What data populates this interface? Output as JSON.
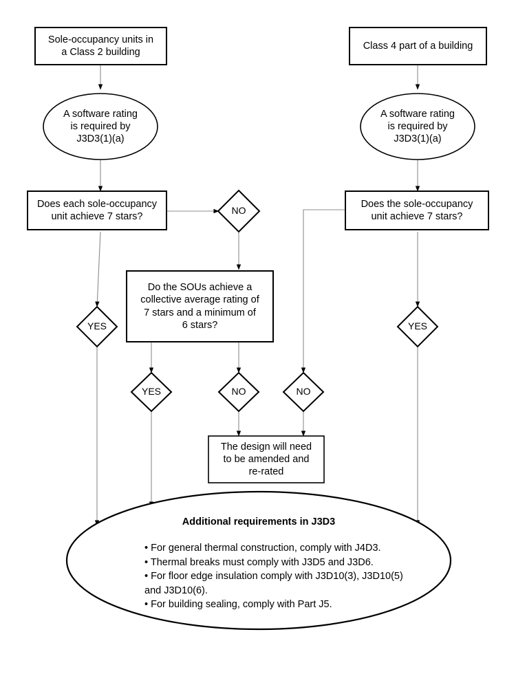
{
  "diagram": {
    "title": "NCC J3D3 software rating compliance flowchart",
    "stroke_color": "#000000",
    "connector_color": "#808080",
    "fill_color": "#ffffff"
  },
  "nodes": {
    "start_left": {
      "label": "Sole-occupancy units in\na Class 2 building",
      "shape": "rectangle"
    },
    "start_right": {
      "label": "Class 4 part of a building",
      "shape": "rectangle"
    },
    "rating_left": {
      "label": "A software rating\nis required by\nJ3D3(1)(a)",
      "shape": "ellipse"
    },
    "rating_right": {
      "label": "A software rating\nis required by\nJ3D3(1)(a)",
      "shape": "ellipse"
    },
    "decision_left": {
      "label": "Does each sole-occupancy\nunit achieve 7 stars?",
      "shape": "rectangle"
    },
    "decision_right": {
      "label": "Does the sole-occupancy\nunit achieve 7 stars?",
      "shape": "rectangle"
    },
    "sou_average": {
      "label": "Do the SOUs achieve a\ncollective average rating of\n7 stars and a minimum of\n6 stars?",
      "shape": "rectangle"
    },
    "redesign": {
      "label": "The design will need\nto be amended and\nre-rated",
      "shape": "rectangle"
    },
    "additional": {
      "shape": "ellipse",
      "title": "Additional requirements in J3D3",
      "bullets": [
        "• For general thermal construction, comply with J4D3.",
        "• Thermal breaks must comply with J3D5 and J3D6.",
        "• For floor edge insulation comply with J3D10(3), J3D10(5)",
        "and J3D10(6).",
        "• For building sealing, comply with Part J5."
      ]
    }
  },
  "decision_labels": {
    "no_left_top": "NO",
    "yes_left": "YES",
    "yes_middle": "YES",
    "no_middle": "NO",
    "no_right_branch": "NO",
    "yes_right": "YES"
  }
}
